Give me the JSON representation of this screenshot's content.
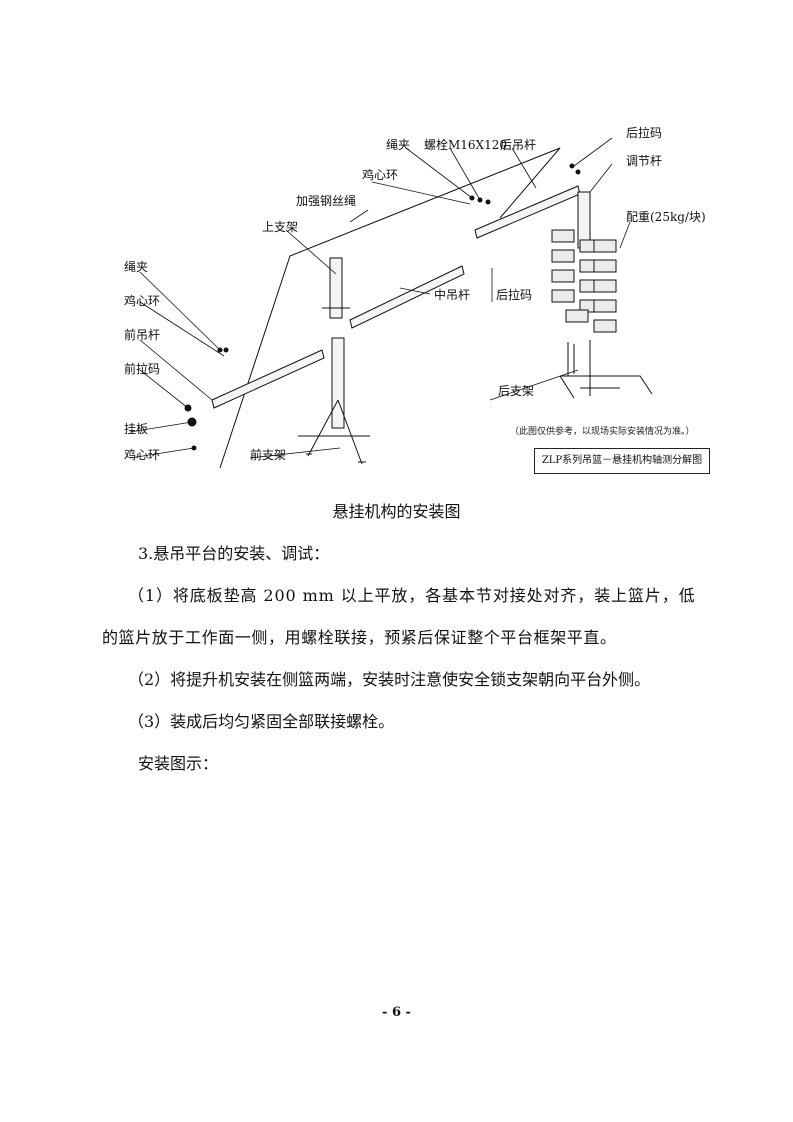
{
  "figure": {
    "labels": {
      "rope_clamp_top": "绳夹",
      "bolt": "螺栓M16X120",
      "rear_boom": "后吊杆",
      "rear_clamp_top": "后拉码",
      "thimble_top": "鸡心环",
      "adjust_rod": "调节杆",
      "reinforce_wire": "加强钢丝绳",
      "counterweight": "配重(25kg/块)",
      "upper_bracket": "上支架",
      "rope_clamp_left": "绳夹",
      "middle_boom": "中吊杆",
      "rear_clamp_mid": "后拉码",
      "thimble_left": "鸡心环",
      "front_boom": "前吊杆",
      "front_clamp": "前拉码",
      "rear_bracket": "后支架",
      "hanging_plate": "挂板",
      "thimble_bottom": "鸡心环",
      "front_bracket": "前支架"
    },
    "note": "（此图仅供参考，以现场实际安装情况为准。）",
    "drawing_title": "ZLP系列吊篮－悬挂机构轴测分解图"
  },
  "caption": "悬挂机构的安装图",
  "body": {
    "heading": "3.悬吊平台的安装、调试：",
    "p1_line1": "（1）将底板垫高 200 mm 以上平放，各基本节对接处对齐，装上篮片，低",
    "p1_line2": "的篮片放于工作面一侧，用螺栓联接，预紧后保证整个平台框架平直。",
    "p2": "（2）将提升机安装在侧篮两端，安装时注意使安全锁支架朝向平台外侧。",
    "p3": "（3）装成后均匀紧固全部联接螺栓。",
    "p4": "安装图示："
  },
  "footer": {
    "page_number": "- 6 -"
  }
}
